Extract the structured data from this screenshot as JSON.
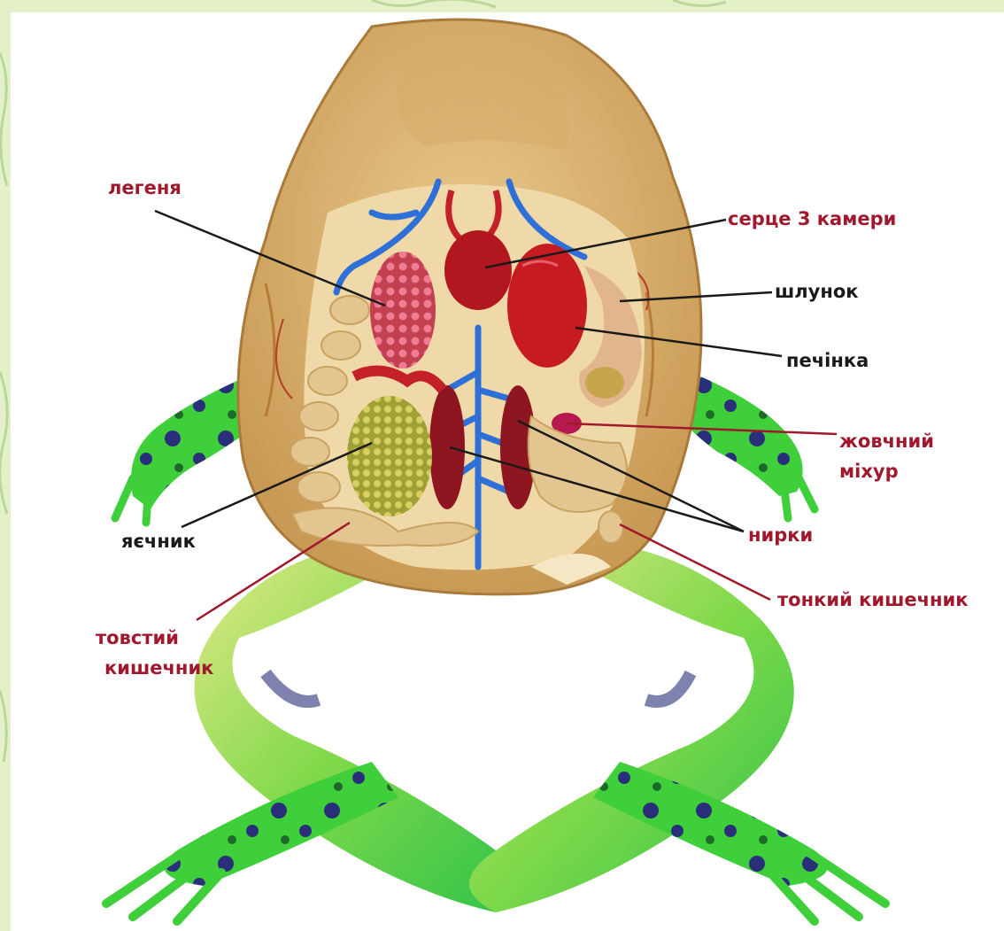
{
  "colors": {
    "label_red": "#a0182c",
    "label_black": "#1a1a1a",
    "skin_green": "#3fcf3a",
    "skin_dark": "#2a2f7a",
    "skin_tan": "#dcb97a",
    "vein_blue": "#2f6fd8",
    "organ_red": "#b2161e"
  },
  "labels": {
    "lung": "легеня",
    "heart": "серце 3 камери",
    "stomach": "шлунок",
    "liver": "печінка",
    "gallbladder_1": "жовчний",
    "gallbladder_2": "міхур",
    "kidneys": "нирки",
    "ovary": "яєчник",
    "small_intestine": "тонкий кишечник",
    "large_intestine_1": "товстий",
    "large_intestine_2": "кишечник"
  }
}
